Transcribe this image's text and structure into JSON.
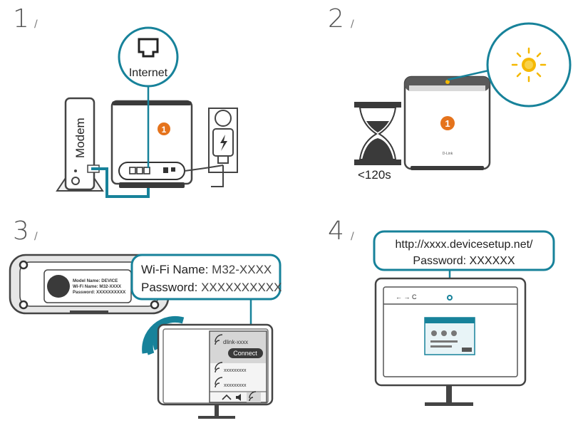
{
  "colors": {
    "teal": "#17829a",
    "orange": "#e5731c",
    "dark": "#3a3a3a",
    "grey": "#8a8a8a",
    "light_grey": "#e6e6e6",
    "sun_yellow": "#f5b800"
  },
  "steps": [
    {
      "number": "1",
      "slash": "/",
      "modem_label": "Modem",
      "internet_label": "Internet",
      "badge": "1",
      "icons": [
        "ethernet-port-icon",
        "power-plug-icon",
        "lightning-icon"
      ]
    },
    {
      "number": "2",
      "slash": "/",
      "timer_label": "<120s",
      "badge": "1",
      "brand_mark": "D-Link",
      "icons": [
        "hourglass-icon",
        "sun-led-icon"
      ]
    },
    {
      "number": "3",
      "slash": "/",
      "label_card": {
        "model_line": "Model Name: DEVICE",
        "wifi_line": "Wi-Fi Name: M32-XXXX",
        "password_line": "Password: XXXXXXXXXX"
      },
      "callout": {
        "wifi_prefix": "Wi-Fi Name: ",
        "wifi_value": "M32-XXXX",
        "password_prefix": "Password: ",
        "password_value": "XXXXXXXXXX"
      },
      "network_list": {
        "selected": "dlink-xxxx",
        "connect_button": "Connect",
        "others": [
          "xxxxxxxxx",
          "xxxxxxxxx"
        ]
      },
      "icons": [
        "wifi-icon",
        "speaker-icon",
        "chevron-up-icon"
      ]
    },
    {
      "number": "4",
      "slash": "/",
      "url": "http://xxxx.devicesetup.net/",
      "password_line": "Password: XXXXXX",
      "browser_nav": "← → C",
      "icons": [
        "back-arrow-icon",
        "forward-arrow-icon",
        "refresh-icon",
        "close-icon"
      ]
    }
  ]
}
